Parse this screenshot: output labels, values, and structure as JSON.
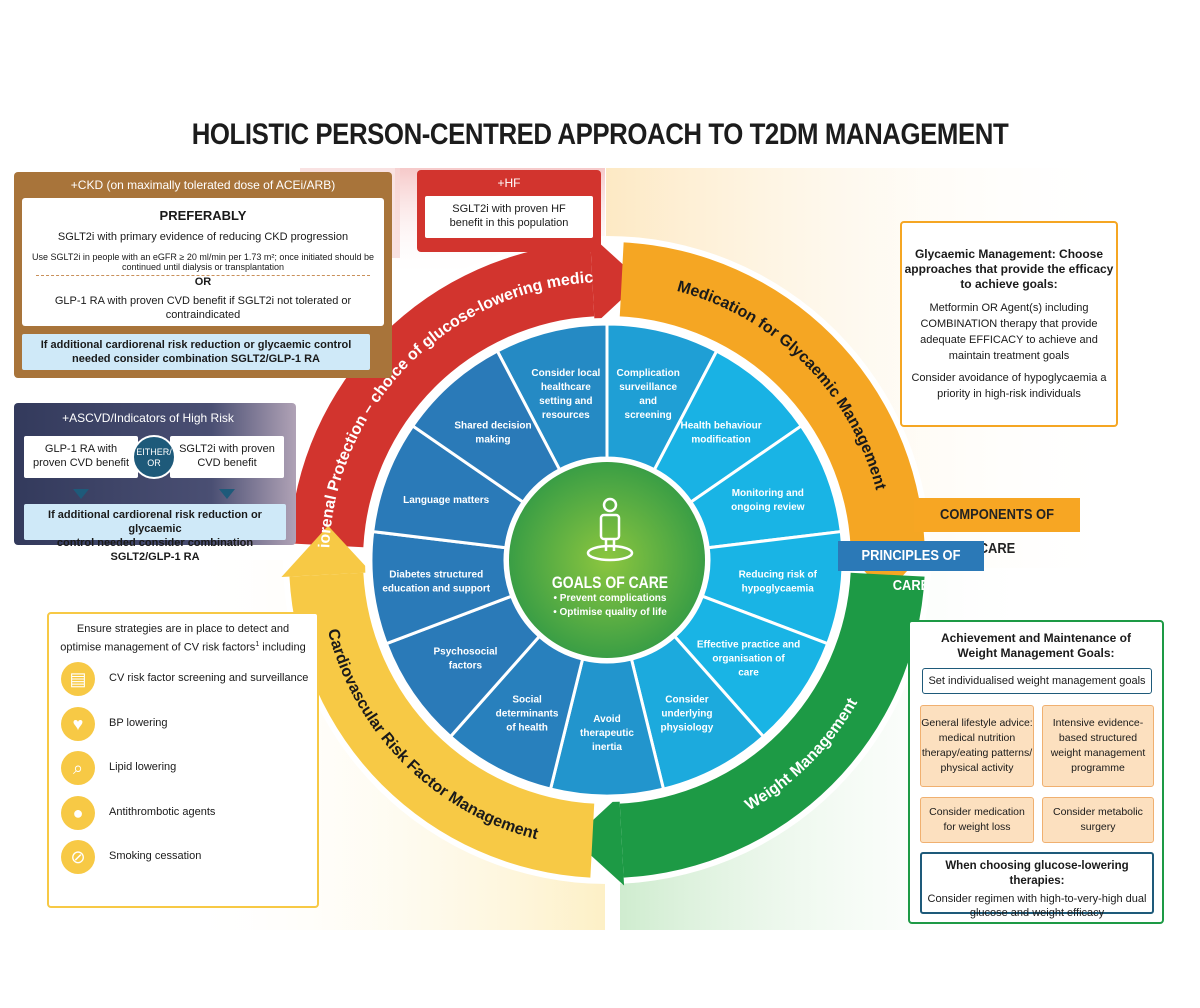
{
  "title": "HOLISTIC PERSON-CENTRED APPROACH TO T2DM MANAGEMENT",
  "colors": {
    "red": "#d2342e",
    "orange": "#f5a623",
    "yellow": "#f7c945",
    "green": "#1d9a45",
    "brown": "#a8743a",
    "navy": "#3a3f63",
    "blue": "#2a7ab8",
    "cyan": "#19b4e5",
    "center_green": "#5db545",
    "light_blue_box": "#cfe9f8"
  },
  "ring_labels": {
    "red": "Cardiorenal Protection – choice of glucose-lowering medication",
    "orange": "Medication for Glycaemic Management",
    "green": "Weight Management",
    "yellow": "Cardiovascular Risk Factor Management"
  },
  "wheel_segments": [
    [
      "Consider local",
      "healthcare",
      "setting and",
      "resources"
    ],
    [
      "Complication",
      "surveillance",
      "and",
      "screening"
    ],
    [
      "Health behaviour",
      "modification"
    ],
    [
      "Monitoring and",
      "ongoing review"
    ],
    [
      "Reducing risk of",
      "hypoglycaemia"
    ],
    [
      "Effective practice and",
      "organisation of",
      "care"
    ],
    [
      "Consider",
      "underlying",
      "physiology"
    ],
    [
      "Avoid",
      "therapeutic",
      "inertia"
    ],
    [
      "Social",
      "determinants",
      "of health"
    ],
    [
      "Psychosocial",
      "factors"
    ],
    [
      "Diabetes structured",
      "education and support"
    ],
    [
      "Language matters"
    ],
    [
      "Shared decision",
      "making"
    ]
  ],
  "center": {
    "title": "GOALS OF CARE",
    "items": [
      "•  Prevent complications",
      "•  Optimise quality of life"
    ],
    "icon": "person-target-icon"
  },
  "components_label": "COMPONENTS OF CARE",
  "principles_label": "PRINCIPLES OF CARE",
  "ckd": {
    "header": "+CKD (on maximally tolerated dose of ACEi/ARB)",
    "preferably": "PREFERABLY",
    "line1": "SGLT2i with primary evidence of reducing CKD progression",
    "line2a": "Use SGLT2i in people with an eGFR ≥ 20 ml/min per 1.73 m²; once initiated should be",
    "line2b": "continued until dialysis or transplantation",
    "or": "OR",
    "line3": "GLP-1 RA with proven CVD benefit if SGLT2i not tolerated or contraindicated",
    "footer1": "If additional cardiorenal risk reduction or glycaemic control",
    "footer2": "needed consider combination SGLT2/GLP-1 RA"
  },
  "hf": {
    "header": "+HF",
    "line1": "SGLT2i with proven HF",
    "line2": "benefit in this population"
  },
  "ascvd": {
    "header": "+ASCVD/Indicators of High Risk",
    "left1": "GLP-1 RA with",
    "left2": "proven CVD benefit",
    "either": "EITHER/",
    "or": "OR",
    "right1": "SGLT2i with proven",
    "right2": "CVD benefit",
    "footer1": "If additional cardiorenal risk reduction or glycaemic",
    "footer2": "control needed consider combination SGLT2/GLP-1 RA"
  },
  "glycaemic": {
    "title1": "Glycaemic Management: Choose",
    "title2": "approaches that provide the efficacy",
    "title3": "to achieve goals:",
    "p1": [
      "Metformin OR Agent(s) including",
      "COMBINATION therapy that provide",
      "adequate EFFICACY to achieve and",
      "maintain treatment goals"
    ],
    "p2": [
      "Consider avoidance of hypoglycaemia a",
      "priority in high-risk individuals"
    ]
  },
  "cv": {
    "intro1": "Ensure strategies are in place to detect and",
    "intro2": "optimise management of CV risk factors",
    "intro_sup": "1",
    "intro3": " including",
    "items": [
      {
        "icon": "clipboard-icon",
        "label": "CV risk factor screening and surveillance"
      },
      {
        "icon": "bp-cuff-icon",
        "label": "BP lowering"
      },
      {
        "icon": "magnifier-icon",
        "label": "Lipid lowering"
      },
      {
        "icon": "pills-icon",
        "label": "Antithrombotic agents"
      },
      {
        "icon": "no-smoking-icon",
        "label": "Smoking cessation"
      }
    ]
  },
  "weight": {
    "title1": "Achievement and Maintenance of",
    "title2": "Weight Management Goals:",
    "set_goals": "Set individualised weight management goals",
    "lifestyle": [
      "General lifestyle advice:",
      "medical nutrition",
      "therapy/eating patterns/",
      "physical activity"
    ],
    "intensive": [
      "Intensive evidence-",
      "based structured",
      "weight management",
      "programme"
    ],
    "medication": [
      "Consider medication",
      "for weight loss"
    ],
    "surgery": [
      "Consider metabolic",
      "surgery"
    ],
    "choosing_title": "When choosing glucose-lowering therapies:",
    "choosing": [
      "Consider regimen with high-to-very-high dual",
      "glucose and weight efficacy"
    ]
  }
}
